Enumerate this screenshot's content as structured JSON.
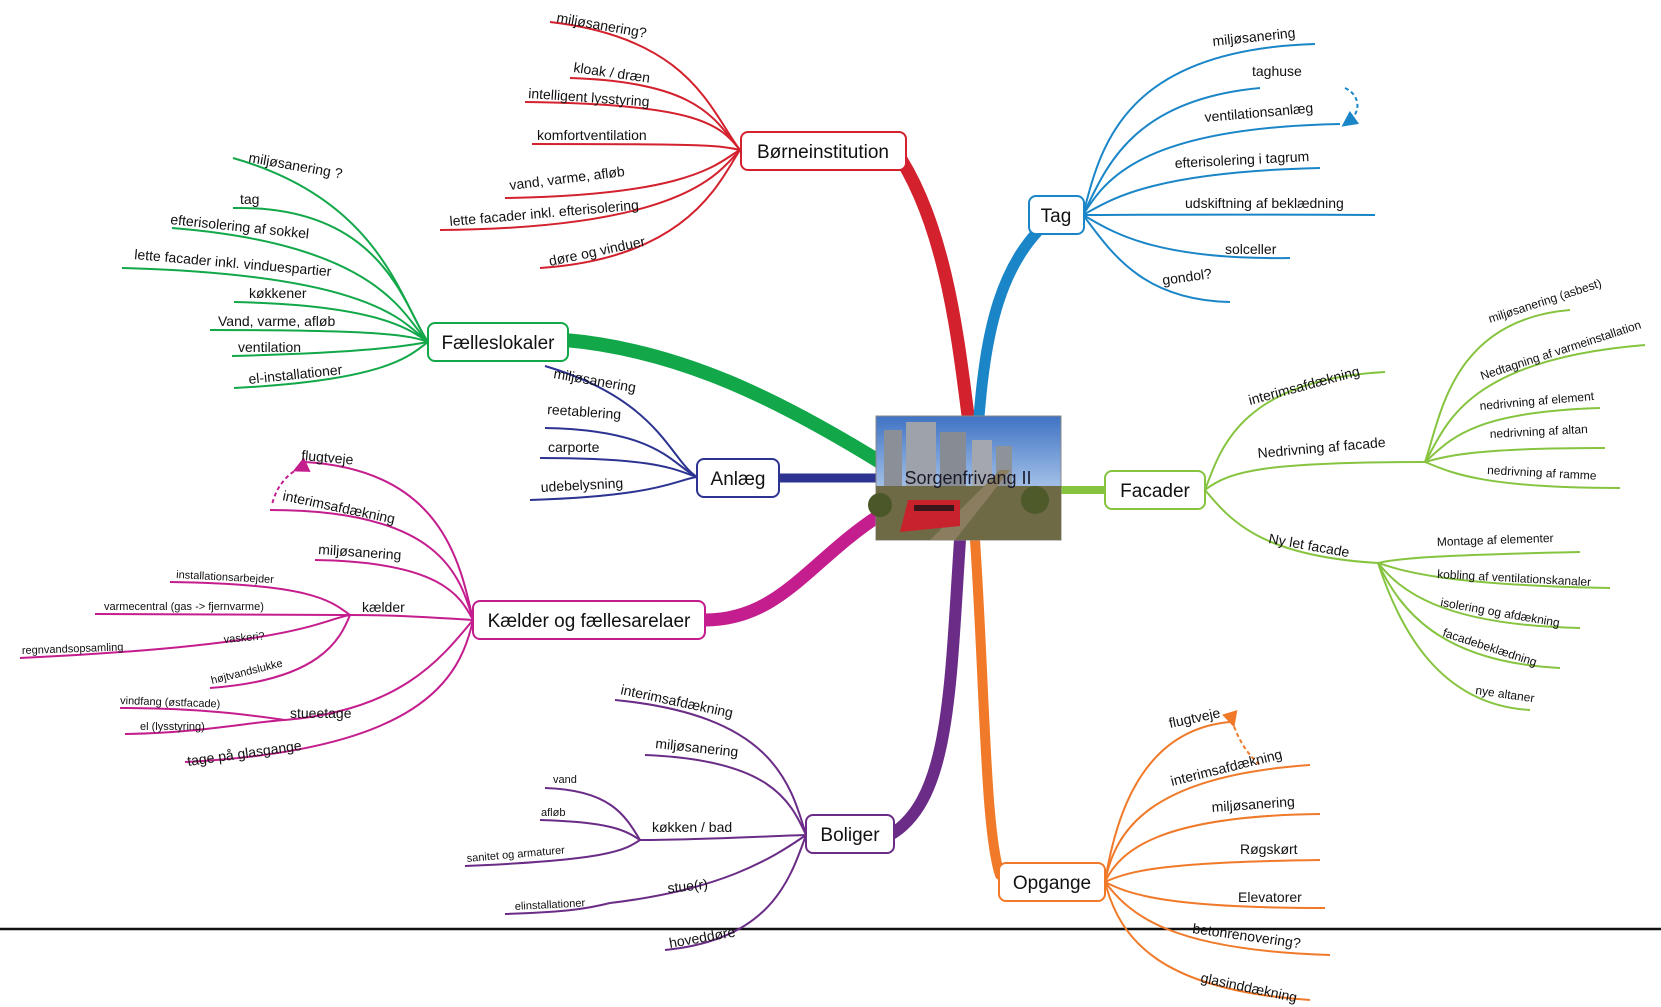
{
  "center": {
    "title": "Sorgenfrivang II",
    "image": "building-and-train-photo"
  },
  "colors": {
    "red": "#d3212e",
    "blue": "#1a86c8",
    "green": "#12a84a",
    "navy": "#2c3391",
    "lime": "#86c440",
    "magenta": "#c41d8e",
    "purple": "#6a2c86",
    "orange": "#f07a2a"
  },
  "topics": {
    "borne": {
      "label": "Børneinstitution",
      "items": [
        "miljøsanering?",
        "kloak / dræn",
        "intelligent lysstyring",
        "komfortventilation",
        "vand, varme, afløb",
        "lette facader inkl. efterisolering",
        "døre og vinduer"
      ]
    },
    "tag": {
      "label": "Tag",
      "items": [
        "miljøsanering",
        "taghuse",
        "ventilationsanlæg",
        "efterisolering i tagrum",
        "udskiftning af beklædning",
        "solceller",
        "gondol?"
      ]
    },
    "faelles": {
      "label": "Fælleslokaler",
      "items": [
        "miljøsanering ?",
        "tag",
        "efterisolering af sokkel",
        "lette facader inkl. vinduespartier",
        "køkkener",
        "Vand, varme, afløb",
        "ventilation",
        "el-installationer"
      ]
    },
    "anlaeg": {
      "label": "Anlæg",
      "items": [
        "miljøsanering",
        "reetablering",
        "carporte",
        "udebelysning"
      ]
    },
    "facader": {
      "label": "Facader",
      "items": [
        "interimsafdækning",
        "Nedrivning af facade",
        "Ny let facade"
      ],
      "nedrivning": [
        "miljøsanering (asbest)",
        "Nedtagning af varmeinstallation",
        "nedrivning af element",
        "nedrivning af altan",
        "nedrivning af ramme"
      ],
      "ny": [
        "Montage af elementer",
        "kobling af ventilationskanaler",
        "isolering og afdækning",
        "facadebeklædning",
        "nye altaner"
      ]
    },
    "kaelder": {
      "label": "Kælder og fællesarelaer",
      "items": [
        "flugtveje",
        "interimsafdækning",
        "miljøsanering",
        "kælder",
        "stueetage",
        "tage på glasgange"
      ],
      "kaelder_sub": [
        "installationsarbejder",
        "varmecentral (gas -> fjernvarme)",
        "vaskeri?",
        "regnvandsopsamling",
        "højtvandslukke"
      ],
      "stue_sub": [
        "vindfang (østfacade)",
        "el (lysstyring)"
      ]
    },
    "boliger": {
      "label": "Boliger",
      "items": [
        "interimsafdækning",
        "miljøsanering",
        "køkken / bad",
        "stue(r)",
        "hoveddøre"
      ],
      "kokken_sub": [
        "vand",
        "afløb",
        "sanitet og armaturer"
      ],
      "stue_sub": [
        "elinstallationer"
      ]
    },
    "opgange": {
      "label": "Opgange",
      "items": [
        "flugtveje",
        "interimsafdækning",
        "miljøsanering",
        "Røgskørt",
        "Elevatorer",
        "betonrenovering?",
        "glasinddækning"
      ]
    }
  }
}
